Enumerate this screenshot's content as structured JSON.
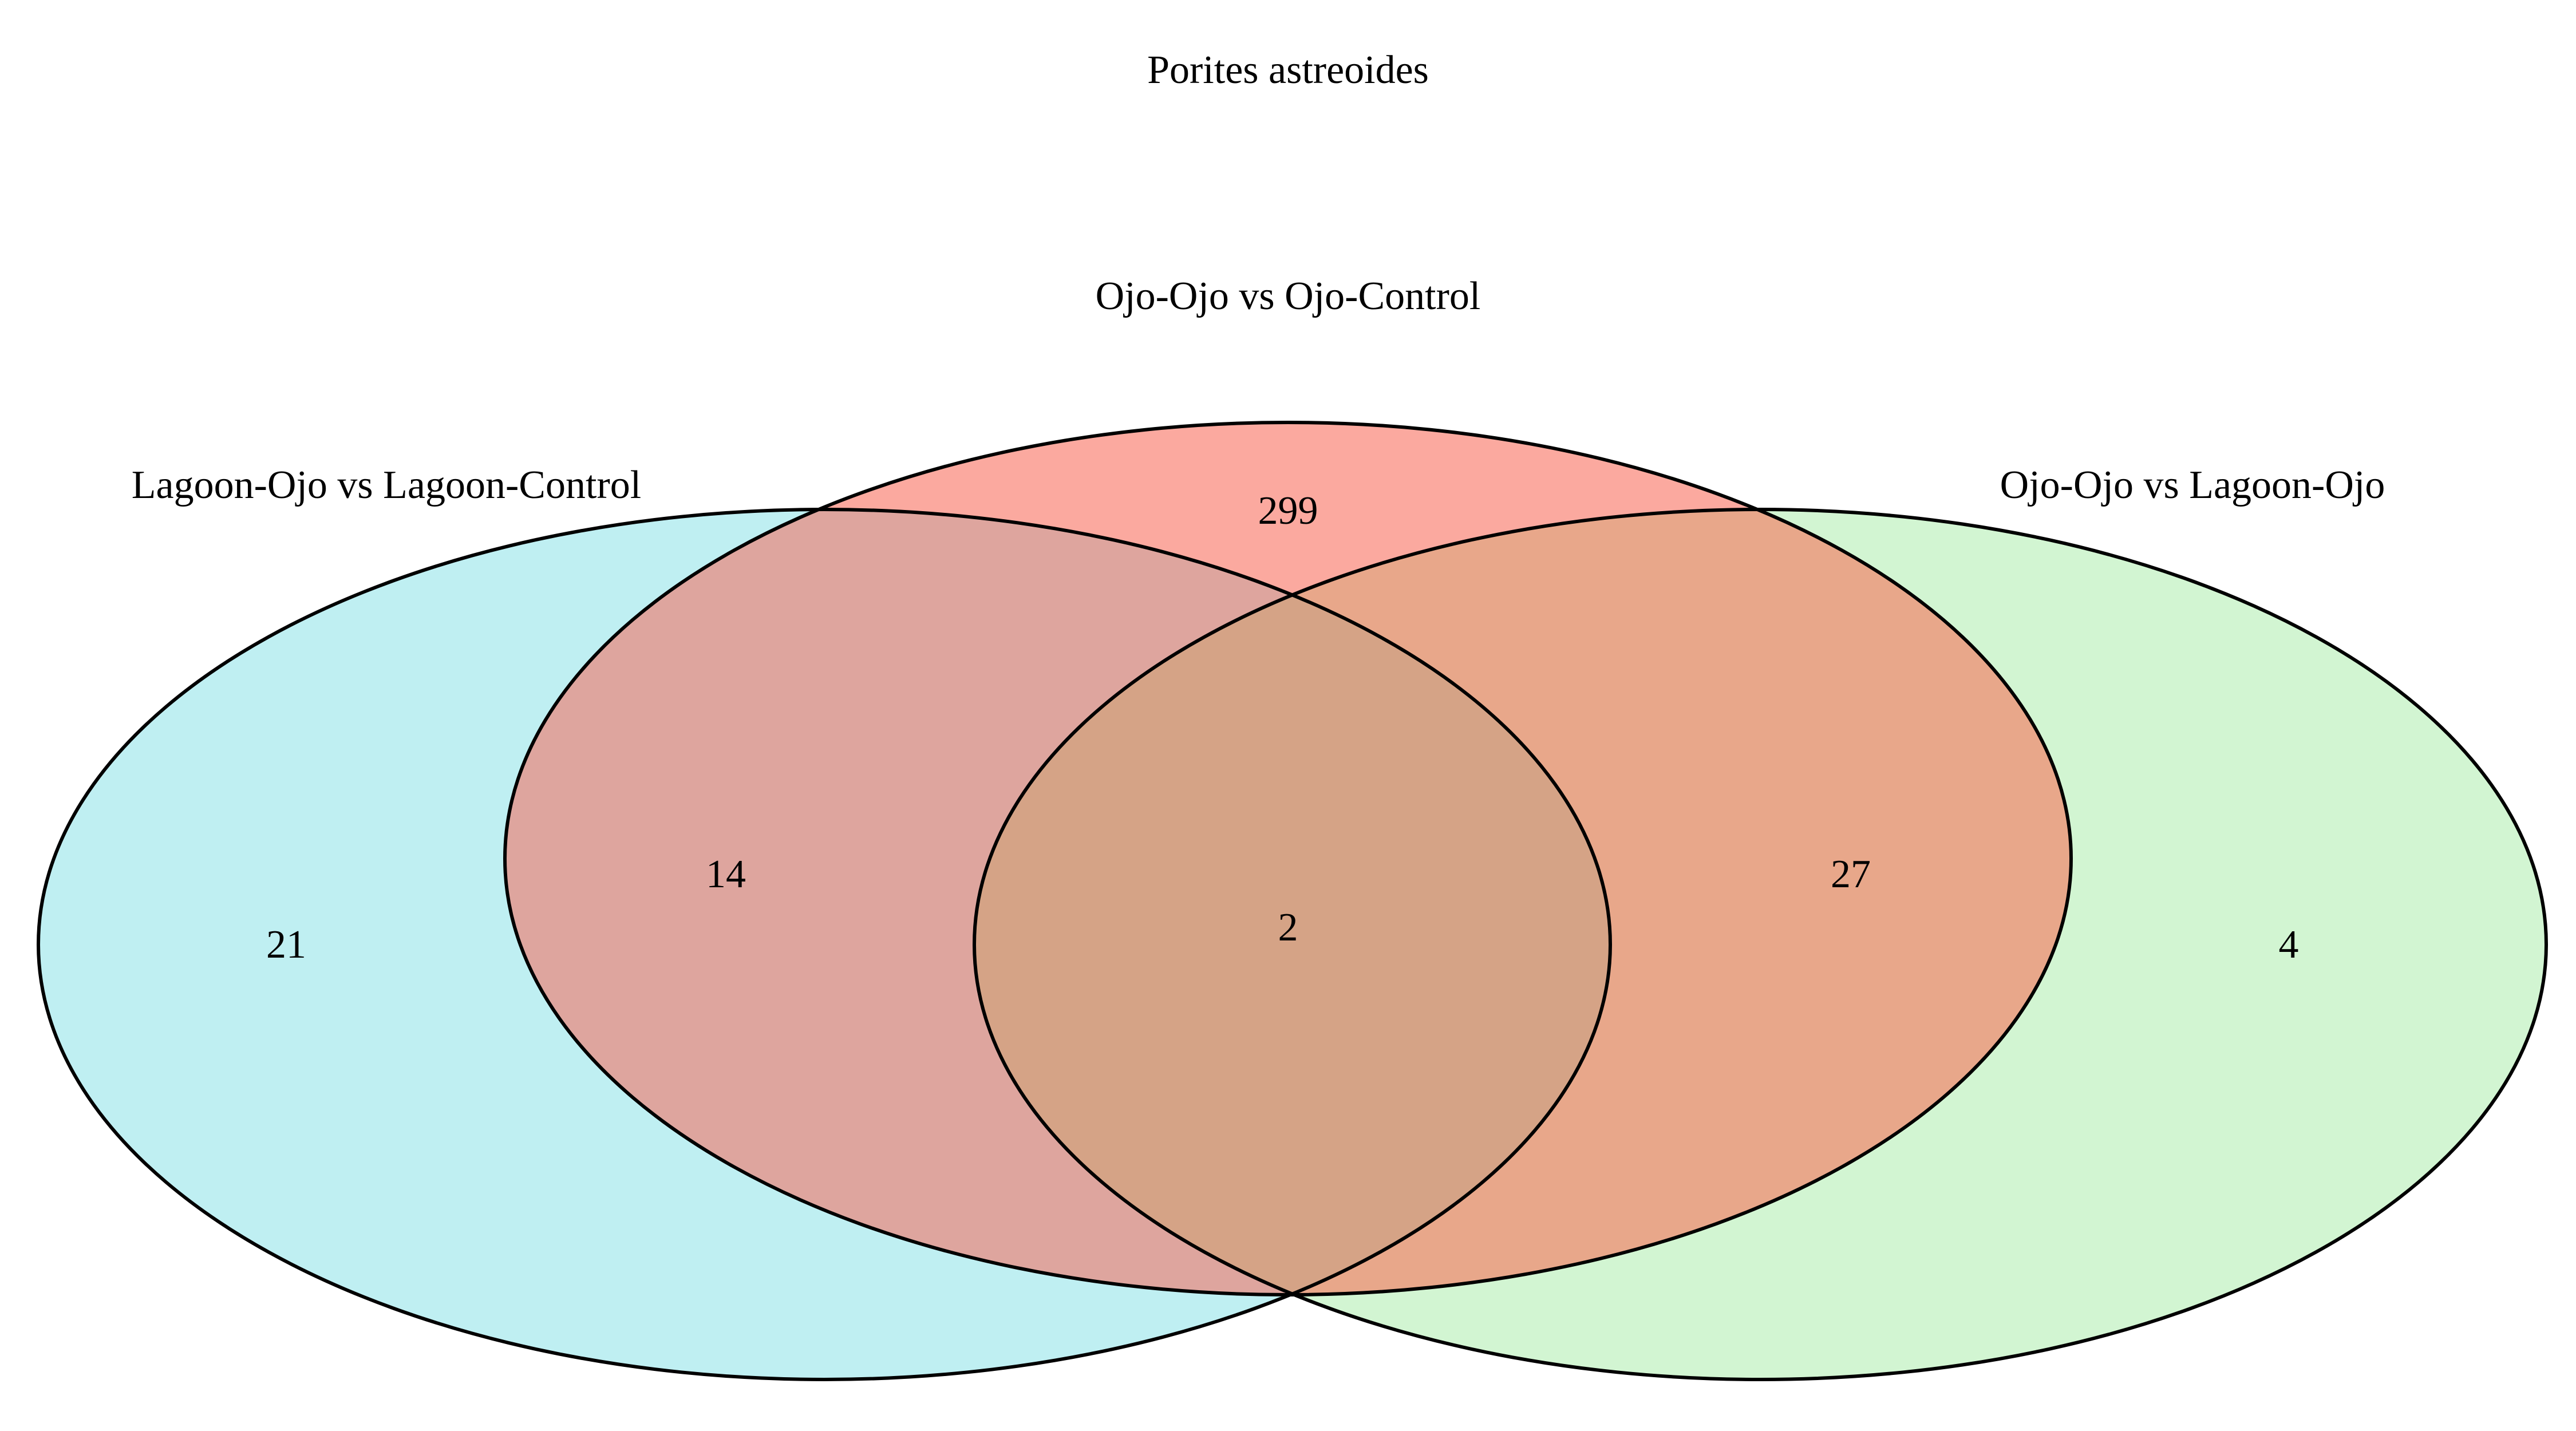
{
  "diagram": {
    "title": "Porites astreoides",
    "sets": [
      {
        "name": "Lagoon-Ojo vs Lagoon-Control",
        "color": "#bfeff2"
      },
      {
        "name": "Ojo-Ojo vs Ojo-Control",
        "color": "#fba99f"
      },
      {
        "name": "Ojo-Ojo vs Lagoon-Ojo",
        "color": "#d2f5d2"
      }
    ],
    "regions": {
      "lagoon_only": "21",
      "ojo_control_only": "299",
      "lagoon_ojo_only": "4",
      "lagoon_and_ojo_control": "14",
      "ojo_control_and_lagoon_ojo": "27",
      "all_three": "2"
    },
    "overlap_colors": {
      "lagoon_and_ojo_control": "#dea59e",
      "ojo_control_and_lagoon_ojo": "#e8a78a",
      "all_three": "#d5a386"
    }
  }
}
